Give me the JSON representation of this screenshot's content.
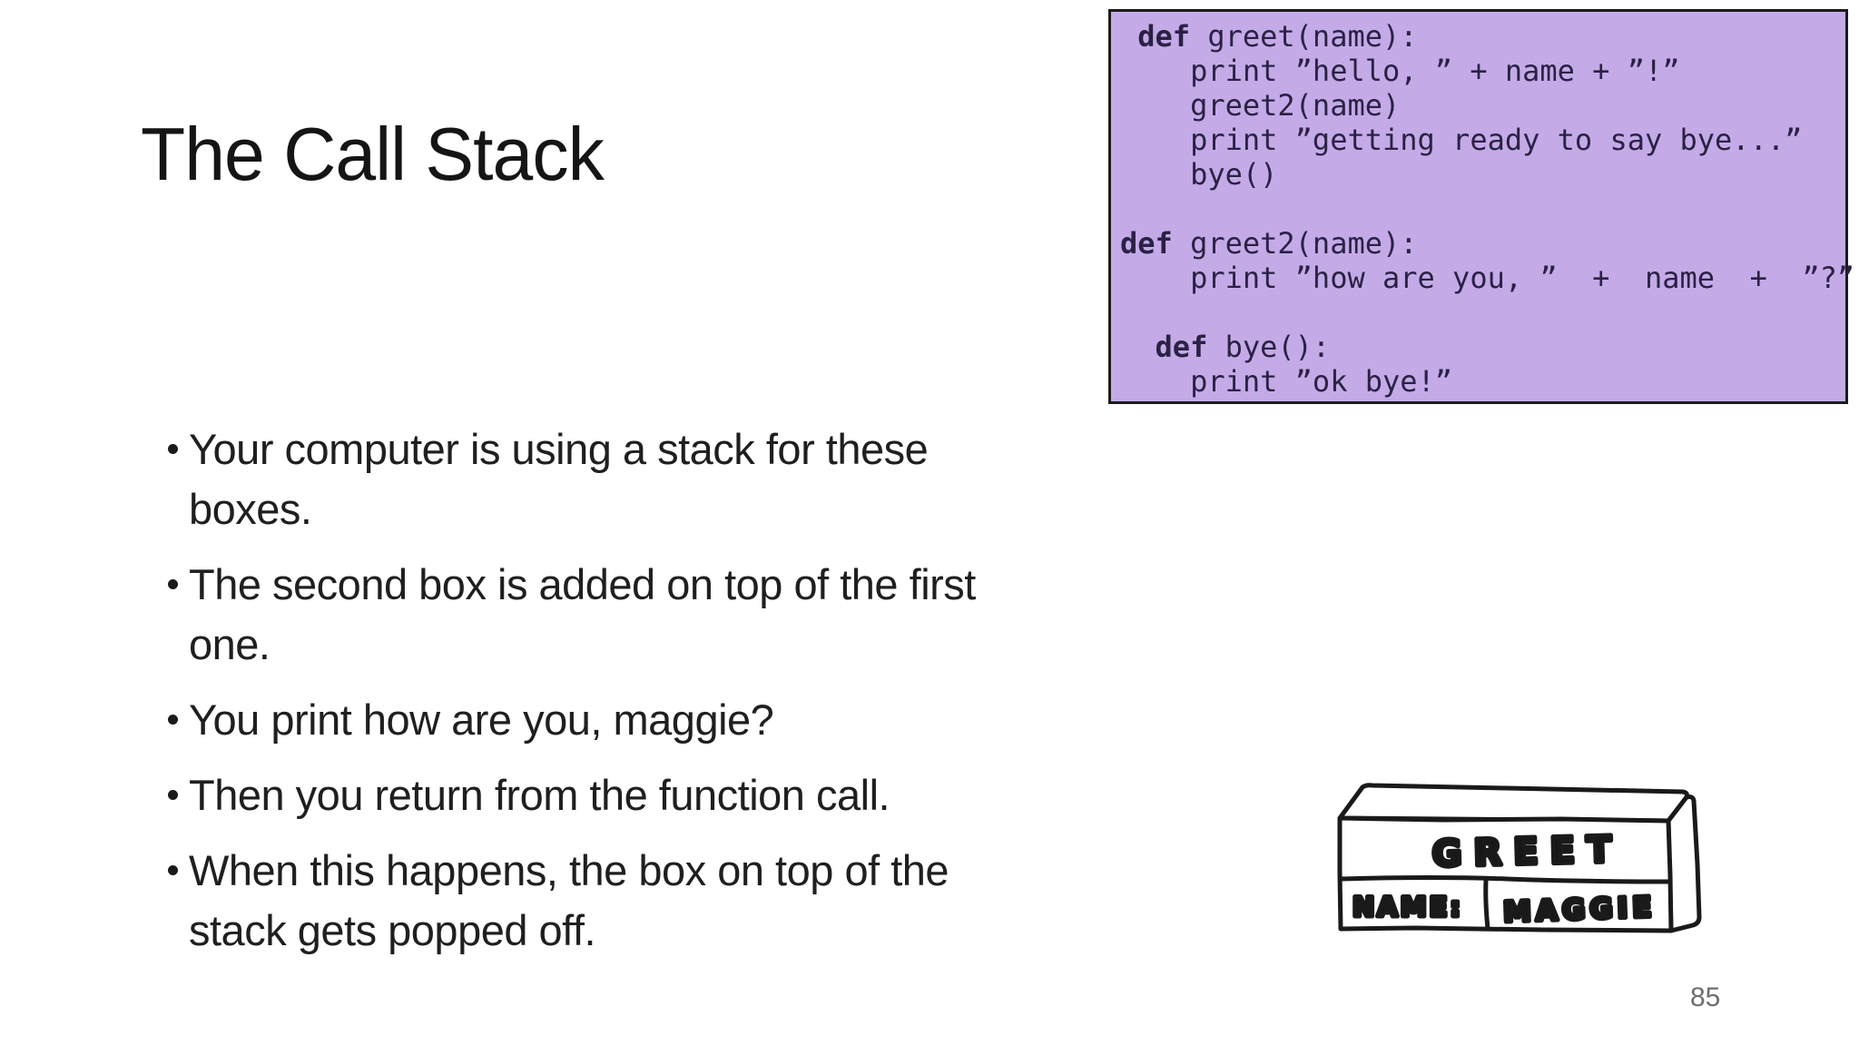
{
  "slide": {
    "title": "The Call Stack",
    "page_number": "85",
    "background": "#ffffff"
  },
  "code_panel": {
    "background": "#c4abe7",
    "border_color": "#1c1c1c",
    "text_color": "#2b2145",
    "lines": [
      " def greet(name):",
      "    print ”hello, ” + name + ”!”",
      "    greet2(name)",
      "    print ”getting ready to say bye...”",
      "    bye()",
      "",
      "def greet2(name):",
      "    print ”how are you, ”  +  name  +  ”?”",
      "",
      "  def bye():",
      "    print ”ok bye!”"
    ]
  },
  "bullets": [
    {
      "lines": [
        "Your computer is using a stack for these",
        "boxes."
      ]
    },
    {
      "lines": [
        "The second box is added on top of the first",
        "one."
      ]
    },
    {
      "lines": [
        "You print how are you, maggie?"
      ]
    },
    {
      "lines": [
        "Then you return from the function call."
      ]
    },
    {
      "lines": [
        "When this happens, the box on top of the",
        "stack gets popped off."
      ]
    }
  ],
  "box_drawing": {
    "top_label": "GREET",
    "field_label": "NAME:",
    "field_value": "MAGGIE"
  }
}
